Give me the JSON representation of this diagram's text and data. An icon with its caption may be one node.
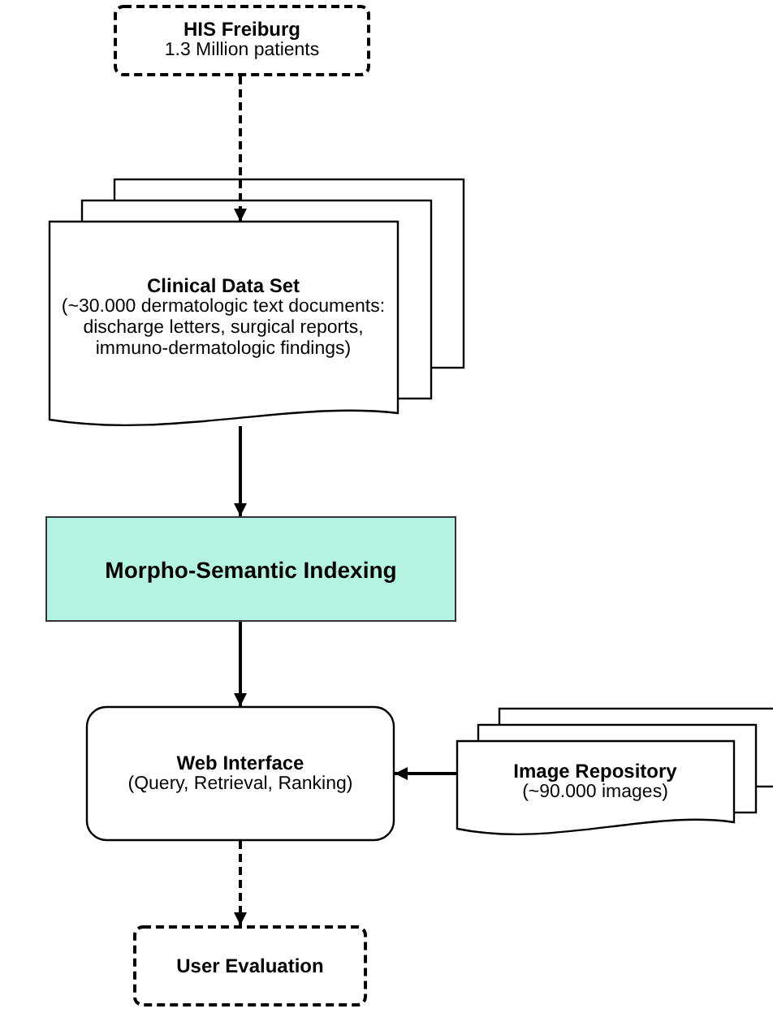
{
  "diagram": {
    "nodes": [
      {
        "text": [
          "HIS Freiburg",
          "1.3 Million patients"
        ]
      },
      {
        "text": [
          "Clinical Data Set",
          "(~30.000 dermatologic text documents: discharge letters, surgical reports, immuno-dermatologic findings)"
        ]
      },
      {
        "text": [
          "Morpho-Semantic Indexing"
        ]
      },
      {
        "text": [
          "Web Interface",
          "(Query, Retrieval, Ranking)"
        ]
      },
      {
        "text": [
          "Image Repository",
          "(~90.000 images)"
        ]
      },
      {
        "text": [
          "User Evaluation"
        ]
      }
    ],
    "edges": [
      {
        "from": 0,
        "to": 1,
        "arrow": "to",
        "style": "dashed"
      },
      {
        "from": 1,
        "to": 2,
        "arrow": "to"
      },
      {
        "from": 2,
        "to": 3,
        "arrow": "to"
      },
      {
        "from": 4,
        "to": 3,
        "arrow": "to"
      },
      {
        "from": 3,
        "to": 5,
        "arrow": "to",
        "style": "dashed"
      }
    ]
  }
}
